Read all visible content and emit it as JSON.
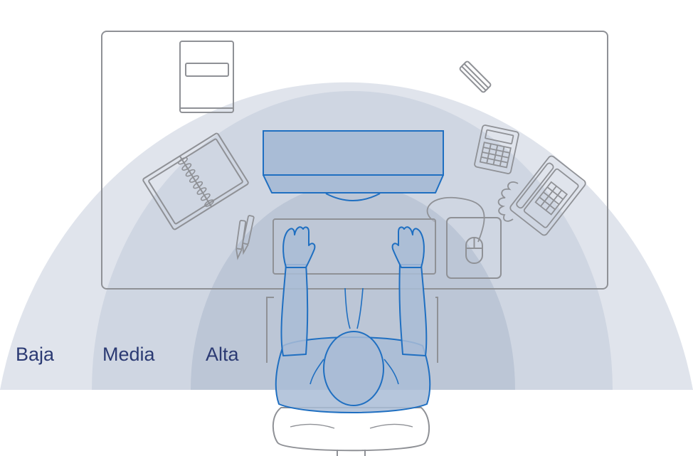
{
  "zones": [
    {
      "id": "baja",
      "label": "Baja"
    },
    {
      "id": "media",
      "label": "Media"
    },
    {
      "id": "alta",
      "label": "Alta"
    }
  ],
  "colors": {
    "zone_outer": "#e0e4ec",
    "zone_mid": "#cfd6e2",
    "zone_inner": "#bcc6d6",
    "desk_line": "#8f9196",
    "person_line": "#1f6fc1",
    "person_fill": "#a9bcd6",
    "label_text": "#2b3a73"
  },
  "icons": {
    "book": "book-icon",
    "notebook": "spiral-notebook-icon",
    "pens": "pens-icon",
    "stapler": "stapler-icon",
    "calculator": "calculator-icon",
    "telephone": "telephone-icon",
    "mouse": "mouse-icon",
    "monitor": "monitor-icon",
    "keyboard": "keyboard-icon",
    "chair": "chair-icon"
  }
}
